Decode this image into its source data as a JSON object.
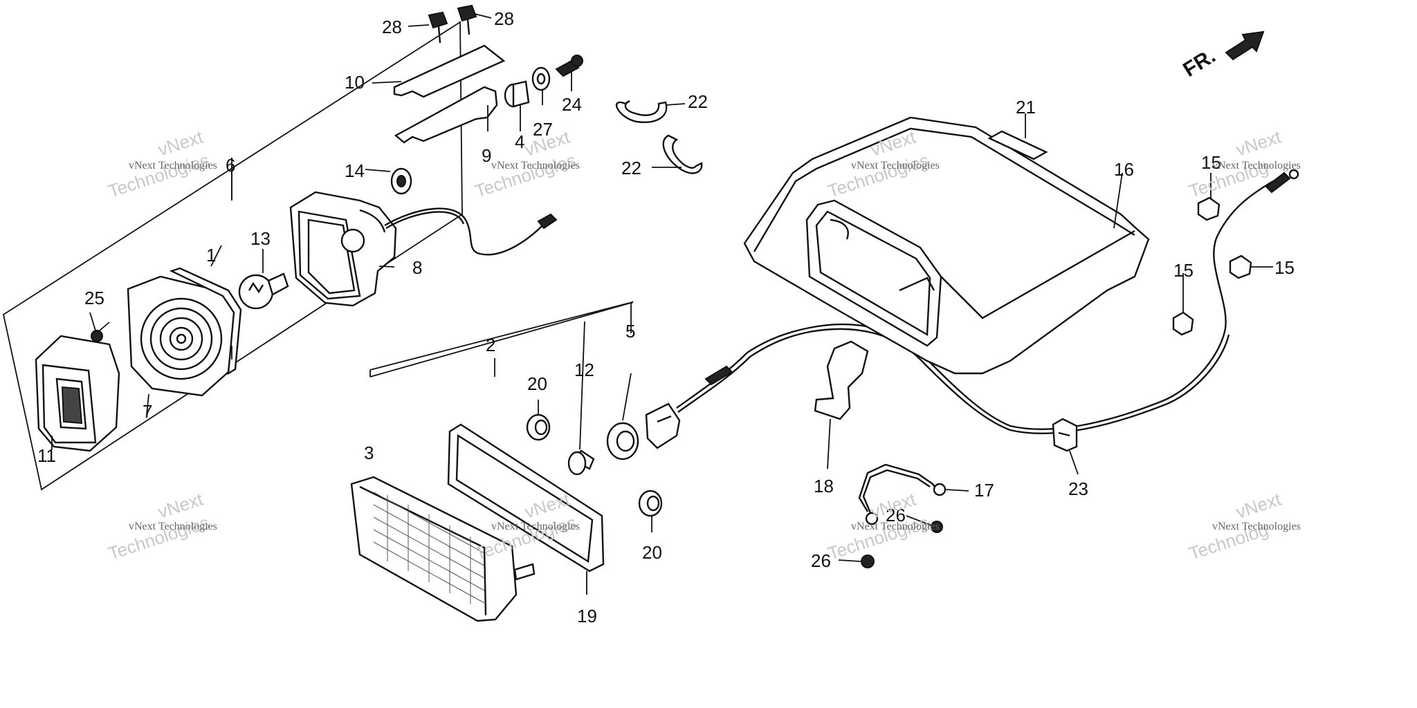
{
  "labels": [
    {
      "id": "1",
      "text": "1"
    },
    {
      "id": "2",
      "text": "2"
    },
    {
      "id": "3",
      "text": "3"
    },
    {
      "id": "4",
      "text": "4"
    },
    {
      "id": "5",
      "text": "5"
    },
    {
      "id": "6",
      "text": "6"
    },
    {
      "id": "7",
      "text": "7"
    },
    {
      "id": "8",
      "text": "8"
    },
    {
      "id": "9",
      "text": "9"
    },
    {
      "id": "10",
      "text": "10"
    },
    {
      "id": "11",
      "text": "11"
    },
    {
      "id": "12",
      "text": "12"
    },
    {
      "id": "13",
      "text": "13"
    },
    {
      "id": "14",
      "text": "14"
    },
    {
      "id": "15a",
      "text": "15"
    },
    {
      "id": "15b",
      "text": "15"
    },
    {
      "id": "15c",
      "text": "15"
    },
    {
      "id": "16",
      "text": "16"
    },
    {
      "id": "17",
      "text": "17"
    },
    {
      "id": "18",
      "text": "18"
    },
    {
      "id": "19",
      "text": "19"
    },
    {
      "id": "20a",
      "text": "20"
    },
    {
      "id": "20b",
      "text": "20"
    },
    {
      "id": "21",
      "text": "21"
    },
    {
      "id": "22a",
      "text": "22"
    },
    {
      "id": "22b",
      "text": "22"
    },
    {
      "id": "23",
      "text": "23"
    },
    {
      "id": "24",
      "text": "24"
    },
    {
      "id": "25",
      "text": "25"
    },
    {
      "id": "26a",
      "text": "26"
    },
    {
      "id": "26b",
      "text": "26"
    },
    {
      "id": "27",
      "text": "27"
    },
    {
      "id": "28a",
      "text": "28"
    },
    {
      "id": "28b",
      "text": "28"
    }
  ],
  "direction_indicator": {
    "text": "FR.",
    "icon": "arrow-forward-icon"
  },
  "watermark": {
    "line1": "vNext Technologies",
    "line2": "Technologies",
    "line3": "vNext",
    "line4": "Technolog"
  }
}
